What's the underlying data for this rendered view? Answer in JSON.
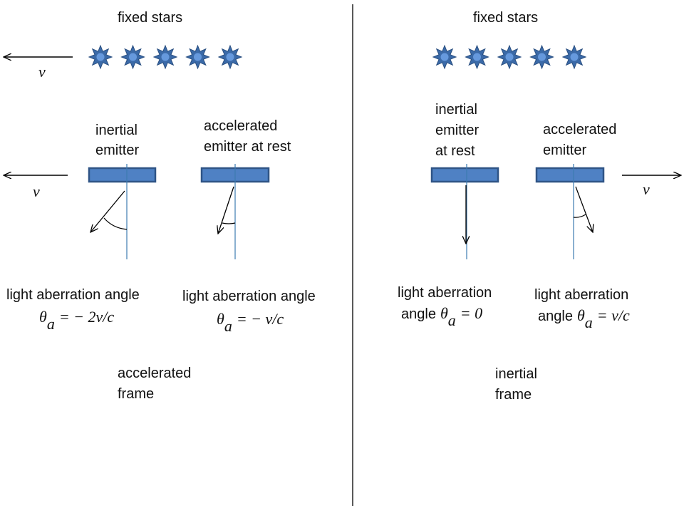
{
  "colors": {
    "star_fill": "#3b6aa8",
    "star_outline": "#2a4f80",
    "star_center": "#6699dd",
    "emitter_fill": "#4f81c4",
    "emitter_stroke": "#2f5486",
    "axis_line": "#3c7bb0",
    "text": "#111111"
  },
  "left_panel": {
    "stars_label": "fixed stars",
    "star_count": 5,
    "stars_velocity": "v",
    "emitters_velocity": "v",
    "inertial_label": [
      "inertial",
      "emitter"
    ],
    "accelerated_label": [
      "accelerated",
      "emitter at rest"
    ],
    "inertial_angle_title": "light aberration angle",
    "inertial_angle_sub": "a",
    "inertial_angle_value": "= − 2v/c",
    "accelerated_angle_title": "light aberration angle",
    "accelerated_angle_sub": "a",
    "accelerated_angle_value": "= − v/c",
    "frame_label": [
      "accelerated",
      "frame"
    ]
  },
  "right_panel": {
    "stars_label": "fixed stars",
    "star_count": 5,
    "emitter_velocity": "v",
    "inertial_label": [
      "inertial",
      "emitter",
      "at rest"
    ],
    "accelerated_label": [
      "accelerated",
      "emitter"
    ],
    "inertial_angle_title": "light aberration",
    "inertial_angle_prefix": "angle",
    "inertial_angle_sub": "a",
    "inertial_angle_value": "= 0",
    "accelerated_angle_title": "light aberration",
    "accelerated_angle_prefix": "angle",
    "accelerated_angle_sub": "a",
    "accelerated_angle_value": "= v/c",
    "frame_label": [
      "inertial",
      "frame"
    ]
  },
  "theta_symbol": "θ"
}
